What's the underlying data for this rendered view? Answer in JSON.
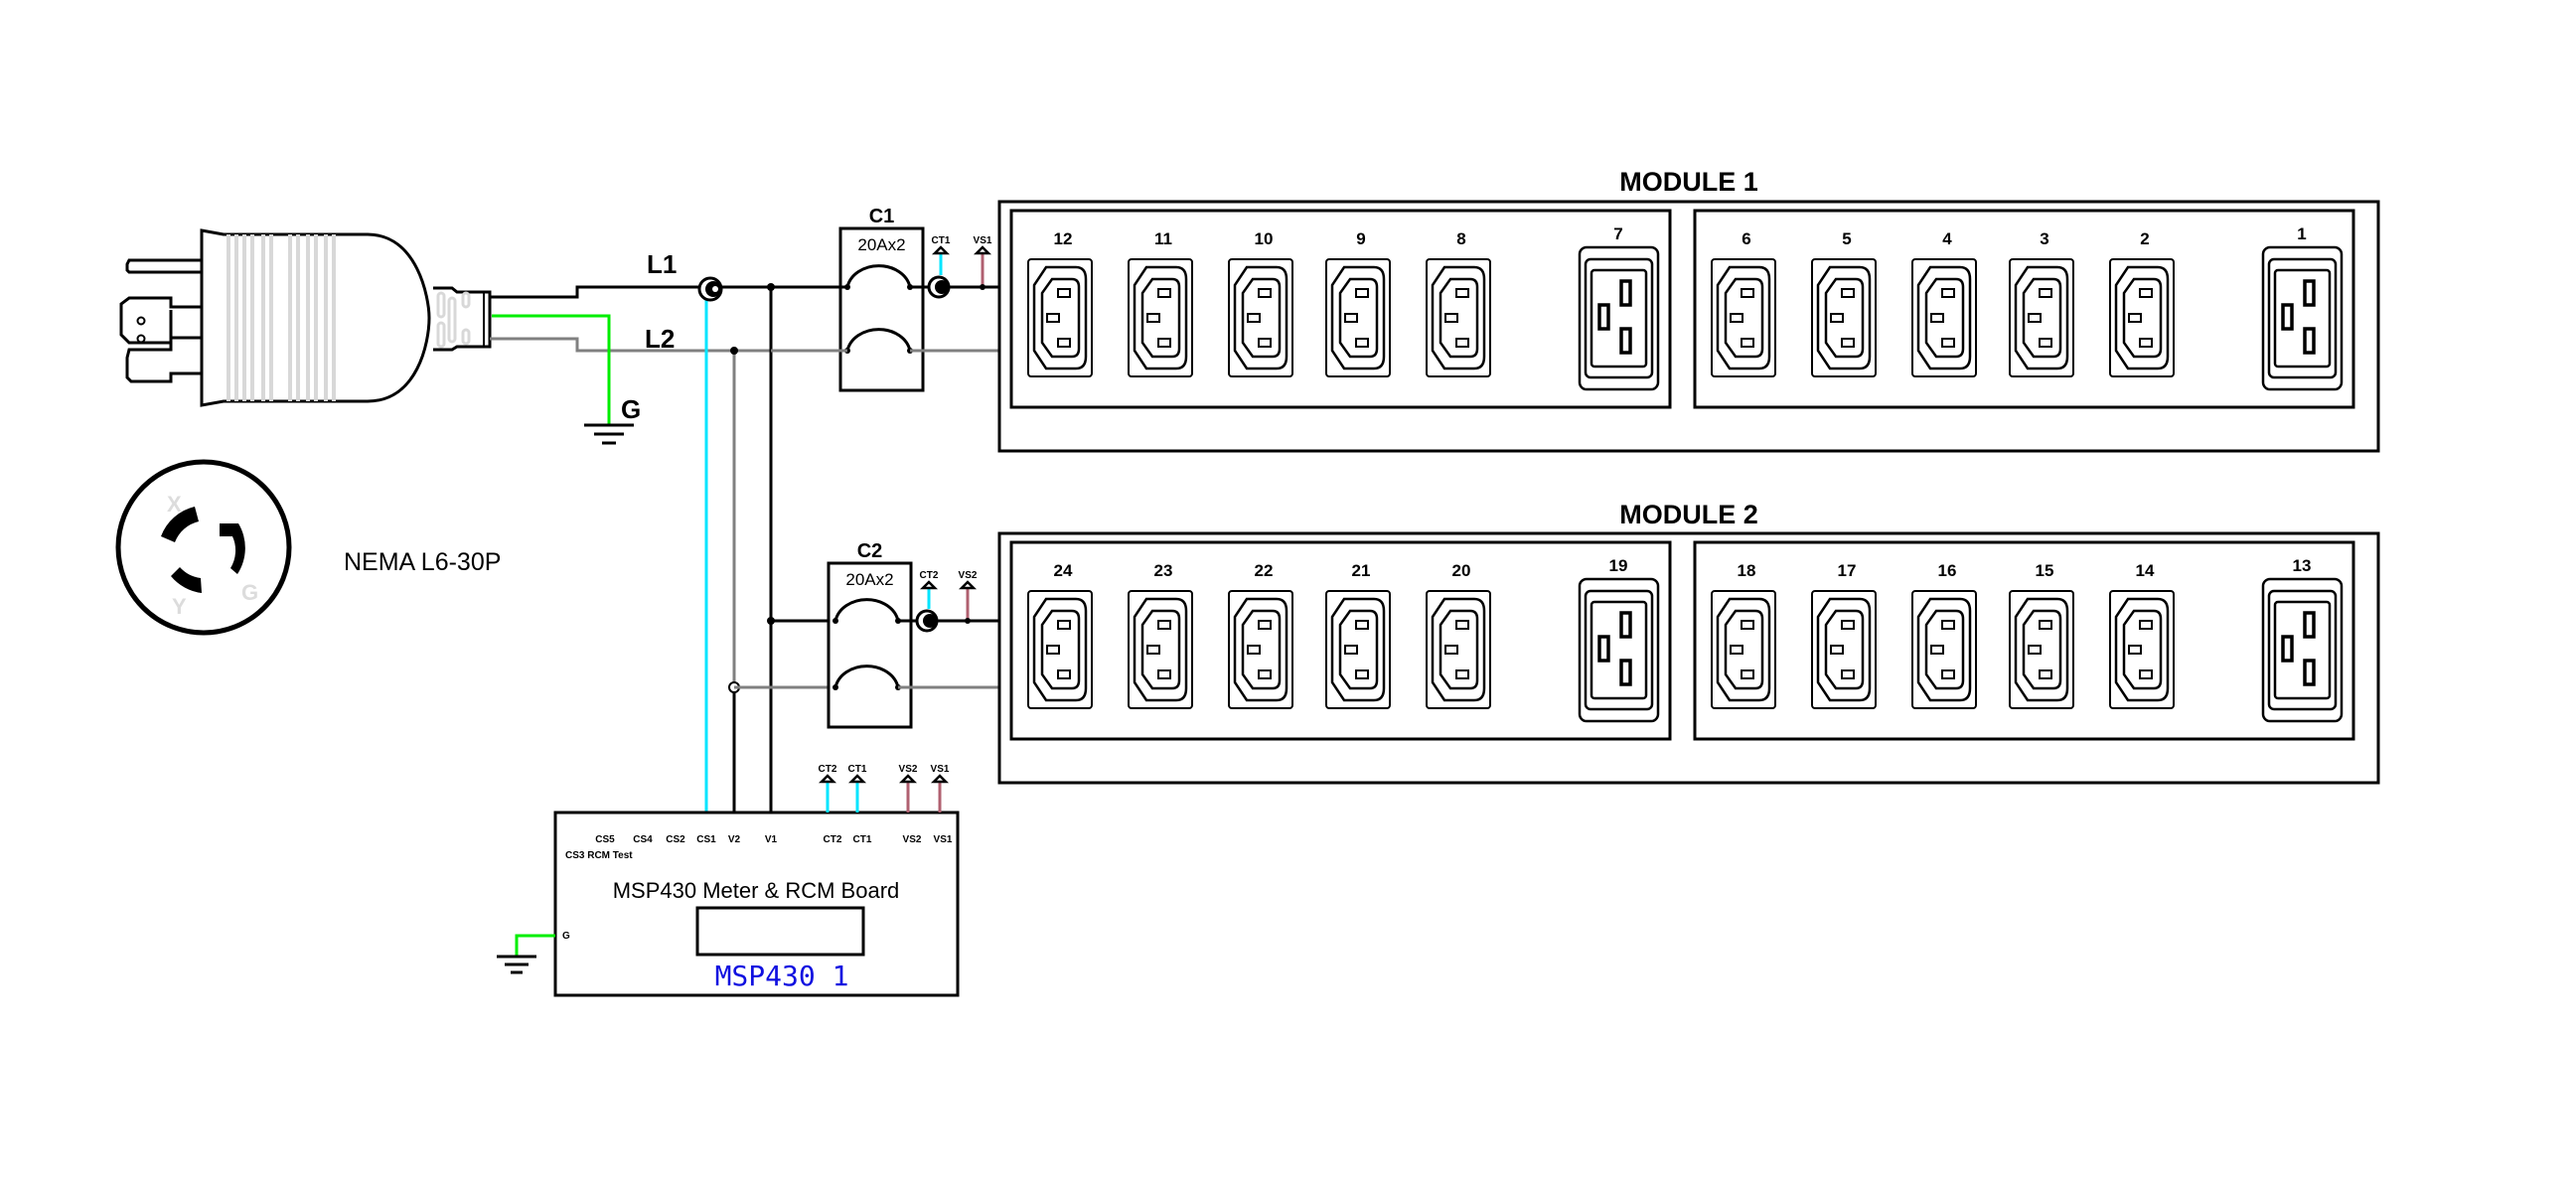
{
  "colors": {
    "line": "#000000",
    "l2_wire": "#808080",
    "ground_wire": "#00ee00",
    "ct_wire": "#00e5ff",
    "vs_wire": "#b06070",
    "plug_ribs": "#d8d8d8",
    "board_label": "#1010e0"
  },
  "plug": {
    "wire_labels": {
      "l1": "L1",
      "l2": "L2",
      "g": "G"
    },
    "face": {
      "pins": [
        "X",
        "Y",
        "G"
      ],
      "label": "NEMA L6-30P"
    }
  },
  "breakers": [
    {
      "name": "C1",
      "rating": "20Ax2",
      "ct_label": "CT1",
      "vs_label": "VS1"
    },
    {
      "name": "C2",
      "rating": "20Ax2",
      "ct_label": "CT2",
      "vs_label": "VS2"
    }
  ],
  "modules": [
    {
      "title": "MODULE 1",
      "groups": [
        {
          "c13_outlets": [
            "12",
            "11",
            "10",
            "9",
            "8"
          ],
          "c19_outlet": "7"
        },
        {
          "c13_outlets": [
            "6",
            "5",
            "4",
            "3",
            "2"
          ],
          "c19_outlet": "1"
        }
      ]
    },
    {
      "title": "MODULE 2",
      "groups": [
        {
          "c13_outlets": [
            "24",
            "23",
            "22",
            "21",
            "20"
          ],
          "c19_outlet": "19"
        },
        {
          "c13_outlets": [
            "18",
            "17",
            "16",
            "15",
            "14"
          ],
          "c19_outlet": "13"
        }
      ]
    }
  ],
  "board": {
    "title": "MSP430 Meter & RCM Board",
    "name": "MSP430 1",
    "pins_top": [
      "CS5",
      "CS4",
      "CS2",
      "CS1",
      "V2",
      "V1",
      "CT2",
      "CT1",
      "VS2",
      "VS1"
    ],
    "ext_terminals": [
      "CT2",
      "CT1",
      "VS2",
      "VS1"
    ],
    "rcm_test_label": "CS3 RCM Test",
    "ground_pin": "G"
  }
}
